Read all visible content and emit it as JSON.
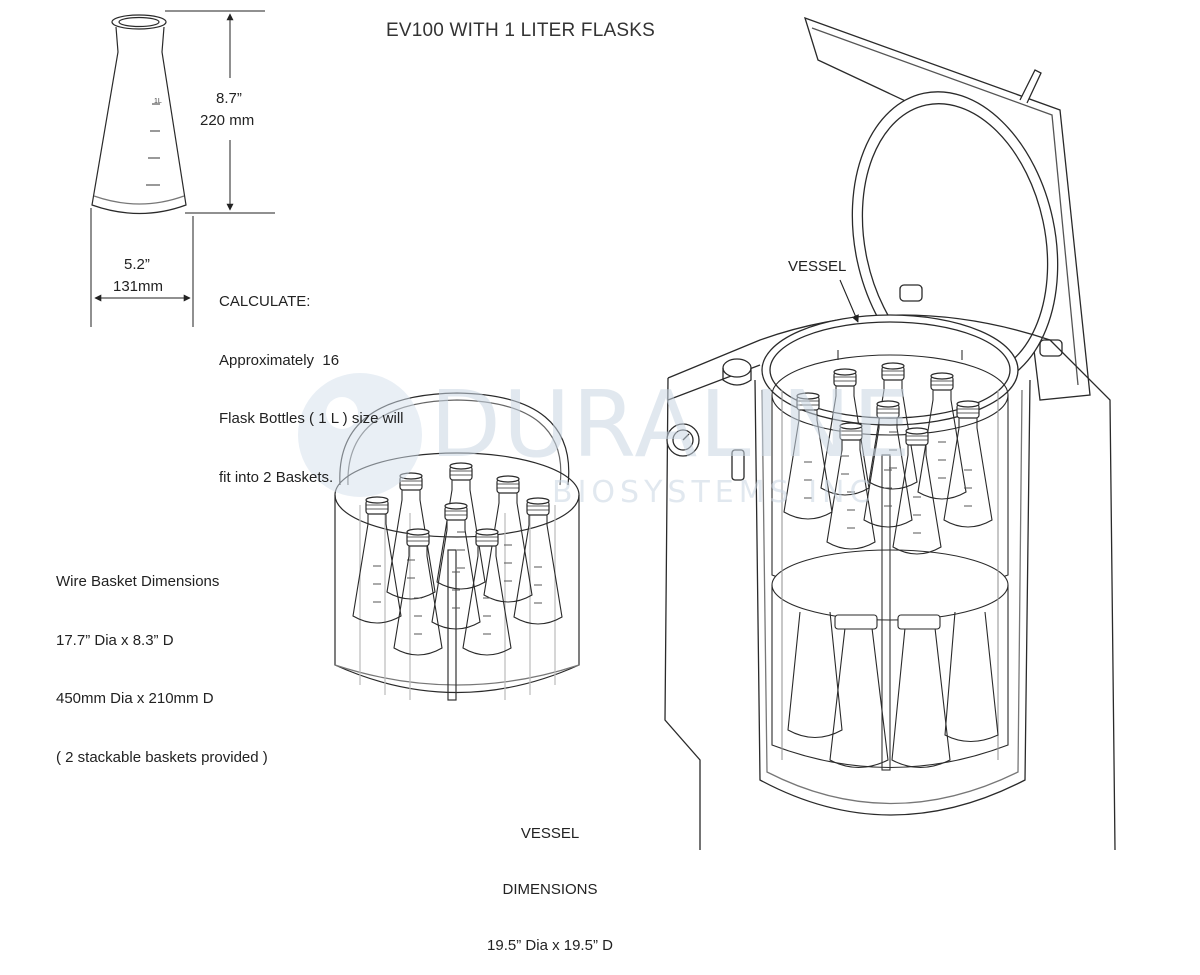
{
  "title": "EV100 WITH 1 LITER FLASKS",
  "flask": {
    "height_in": "8.7”",
    "height_mm": "220 mm",
    "width_in": "5.2”",
    "width_mm": "131mm",
    "mark": "1L"
  },
  "calculate": {
    "heading": "CALCULATE:",
    "lines": [
      "Approximately  16",
      "Flask Bottles ( 1 L ) size will",
      "fit into 2 Baskets."
    ]
  },
  "basket": {
    "lines": [
      "Wire Basket Dimensions",
      "17.7” Dia x 8.3” D",
      "450mm Dia x 210mm D",
      "( 2 stackable baskets provided )"
    ]
  },
  "vessel": {
    "label": "VESSEL",
    "dims": [
      "VESSEL",
      "DIMENSIONS",
      "19.5” Dia x 19.5” D"
    ]
  },
  "watermark": {
    "main": "DURALINE",
    "sub": "BIOSYSTEMS INC"
  },
  "colors": {
    "line": "#2a2a2a",
    "watermark": "#c9d6e3"
  }
}
